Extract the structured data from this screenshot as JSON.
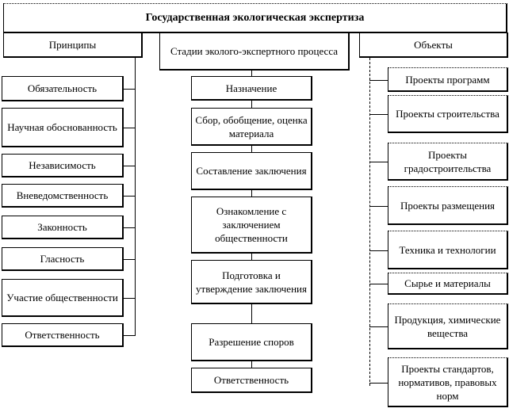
{
  "title": "Государственная экологическая экспертиза",
  "principles": {
    "header": "Принципы",
    "items": [
      "Обязательность",
      "Научная обоснованность",
      "Независимость",
      "Вневедомственность",
      "Законность",
      "Гласность",
      "Участие общественности",
      "Ответственность"
    ]
  },
  "stages": {
    "header": "Стадии эколого-экспертного процесса",
    "items": [
      "Назначение",
      "Сбор, обобщение, оценка материала",
      "Составление заключения",
      "Ознакомление с заключением общественности",
      "Подготовка и утверждение заключения",
      "Разрешение споров",
      "Ответственность"
    ]
  },
  "objects": {
    "header": "Объекты",
    "items": [
      "Проекты программ",
      "Проекты строительства",
      "Проекты градостроительства",
      "Проекты размещения",
      "Техника и технологии",
      "Сырье и материалы",
      "Продукция, химические вещества",
      "Проекты стандартов, нормативов, правовых норм"
    ]
  }
}
